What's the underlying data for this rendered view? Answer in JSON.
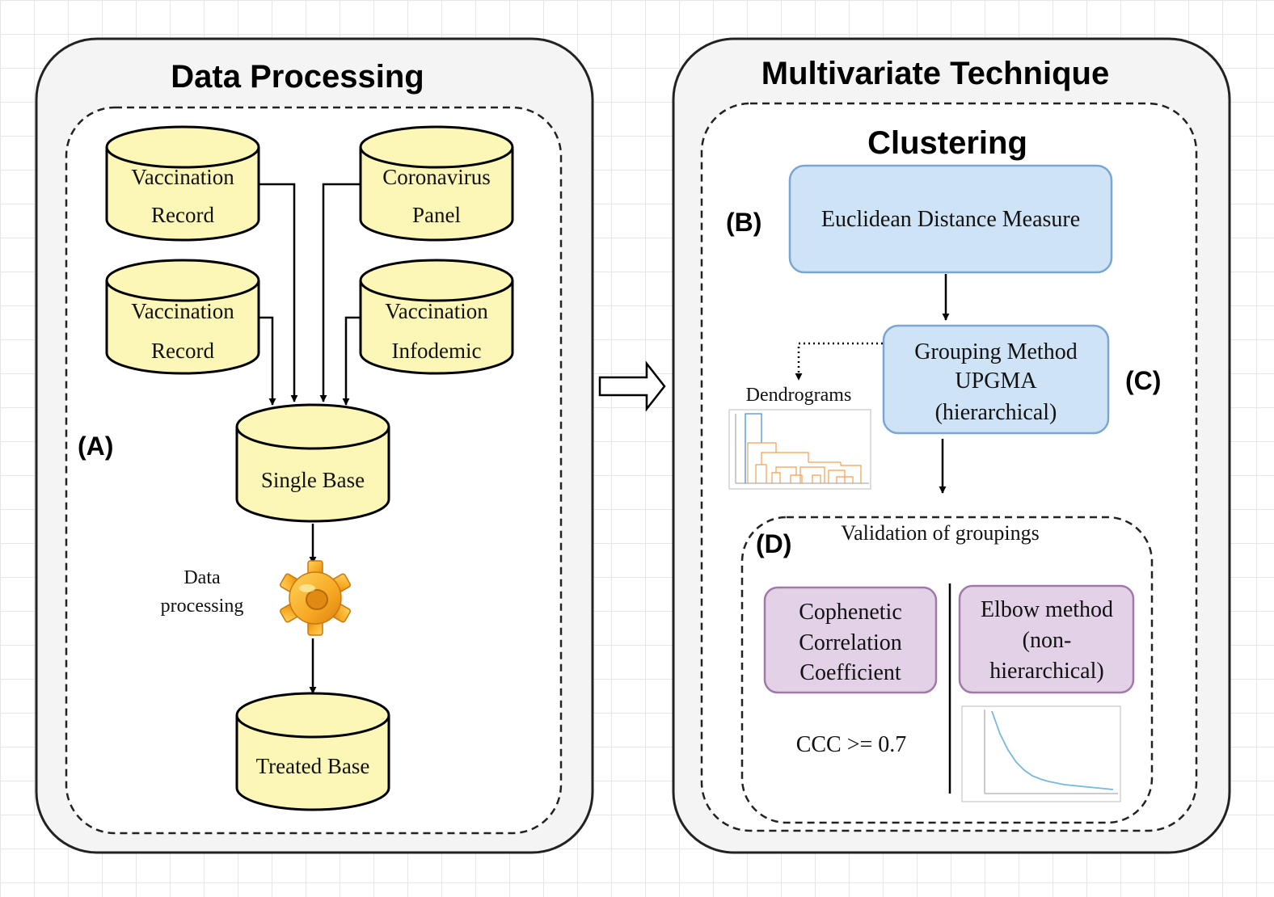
{
  "left_panel": {
    "title": "Data Processing",
    "label": "(A)",
    "databases": [
      {
        "line1": "Vaccination",
        "line2": "Record"
      },
      {
        "line1": "Coronavirus",
        "line2": "Panel"
      },
      {
        "line1": "Vaccination",
        "line2": "Record"
      },
      {
        "line1": "Vaccination",
        "line2": "Infodemic"
      }
    ],
    "single_base": "Single Base",
    "processing_line1": "Data",
    "processing_line2": "processing",
    "treated_base": "Treated Base"
  },
  "right_panel": {
    "title": "Multivariate Technique",
    "subtitle": "Clustering",
    "label_b": "(B)",
    "label_c": "(C)",
    "label_d": "(D)",
    "distance_box": "Euclidean Distance Measure",
    "grouping_line1": "Grouping Method",
    "grouping_line2": "UPGMA",
    "grouping_line3": "(hierarchical)",
    "dendrograms_label": "Dendrograms",
    "validation_title": "Validation of groupings",
    "ccc_line1": "Cophenetic",
    "ccc_line2": "Correlation",
    "ccc_line3": "Coefficient",
    "elbow_line1": "Elbow method",
    "elbow_line2": "(non-",
    "elbow_line3": "hierarchical)",
    "ccc_rule": "CCC >= 0.7"
  },
  "colors": {
    "db_fill": "#fdf7b7",
    "blue_box": "#cfe3f6",
    "blue_border": "#7aa6d4",
    "purple_box": "#e3d1e7",
    "purple_border": "#a07aa8",
    "panel_fill": "#f4f4f4",
    "gear": "#f7a823"
  },
  "icons": [
    "gear-icon",
    "hollow-arrow-icon",
    "dendrogram-thumbnail",
    "elbow-plot-thumbnail"
  ]
}
